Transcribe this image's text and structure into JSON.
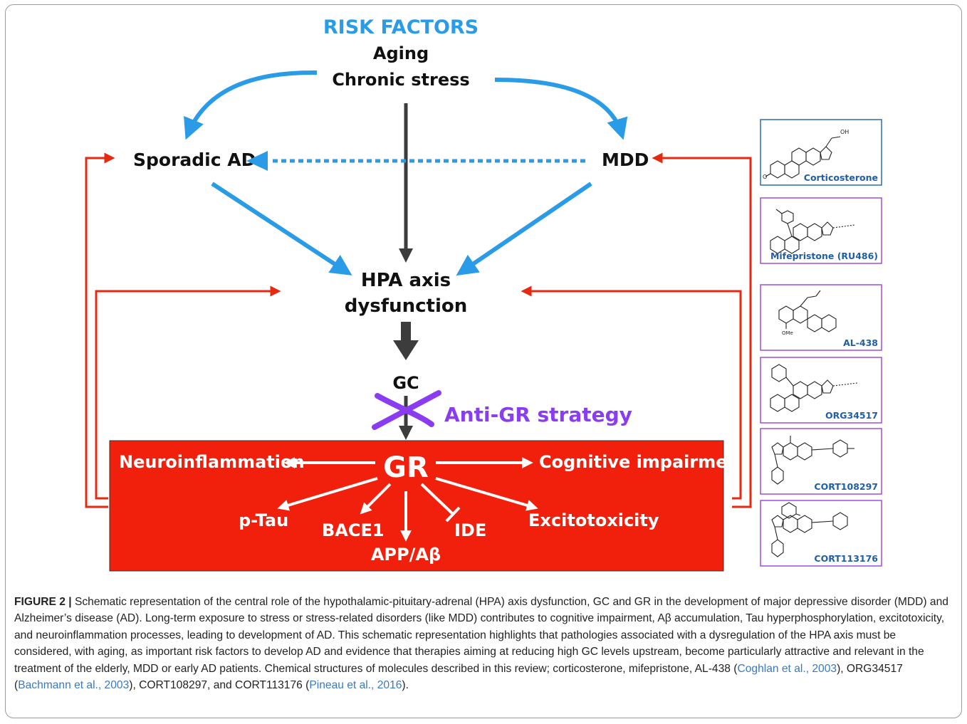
{
  "diagram": {
    "risk_factors": {
      "title": "RISK FACTORS",
      "items": [
        "Aging",
        "Chronic stress"
      ]
    },
    "nodes": {
      "sporadic_ad": "Sporadic AD",
      "mdd": "MDD",
      "hpa_line1": "HPA axis",
      "hpa_line2": "dysfunction",
      "gc": "GC",
      "anti_gr": "Anti-GR strategy"
    },
    "gr_box": {
      "gr": "GR",
      "neuroinflammation": "Neuroinflammation",
      "cognitive_impairment": "Cognitive impairment",
      "ptau": "p-Tau",
      "bace1": "BACE1",
      "app": "APP/Aβ",
      "ide": "IDE",
      "excitotoxicity": "Excitotoxicity"
    },
    "molecules": [
      {
        "name": "Corticosterone"
      },
      {
        "name": "Mifepristone (RU486)"
      },
      {
        "name": "AL-438"
      },
      {
        "name": "ORG34517"
      },
      {
        "name": "CORT108297"
      },
      {
        "name": "CORT113176"
      }
    ],
    "colors": {
      "blue_arrow": "#2a9be6",
      "red_box": "#f0200c",
      "red_arrow": "#e62a12",
      "dark_arrow": "#3c3c3c",
      "purple": "#8a3df0",
      "molecule_border_blue": "#2a6bb8",
      "molecule_border_purple": "#9a4ee0",
      "molecule_label": "#1f5ea8"
    }
  },
  "caption": {
    "figure_label": "FIGURE 2 |",
    "text_1": " Schematic representation of the central role of the hypothalamic-pituitary-adrenal (HPA) axis dysfunction, GC and GR in the development of major depressive disorder (MDD) and Alzheimer’s disease (AD). Long-term exposure to stress or stress-related disorders (like MDD) contributes to cognitive impairment, Aβ accumulation, Tau hyperphosphorylation, excitotoxicity, and neuroinflammation processes, leading to development of AD. This schematic representation highlights that pathologies associated with a dysregulation of the HPA axis must be considered, with aging, as important risk factors to develop AD and evidence that therapies aiming at reducing high GC levels upstream, become particularly attractive and relevant in the treatment of the elderly, MDD or early AD patients. Chemical structures of molecules described in this review; corticosterone, mifepristone, AL-438 (",
    "ref_1": "Coghlan et al., 2003",
    "text_2": "), ORG34517 (",
    "ref_2": "Bachmann et al., 2003",
    "text_3": "), CORT108297, and CORT113176 (",
    "ref_3": "Pineau et al., 2016",
    "text_4": ")."
  }
}
